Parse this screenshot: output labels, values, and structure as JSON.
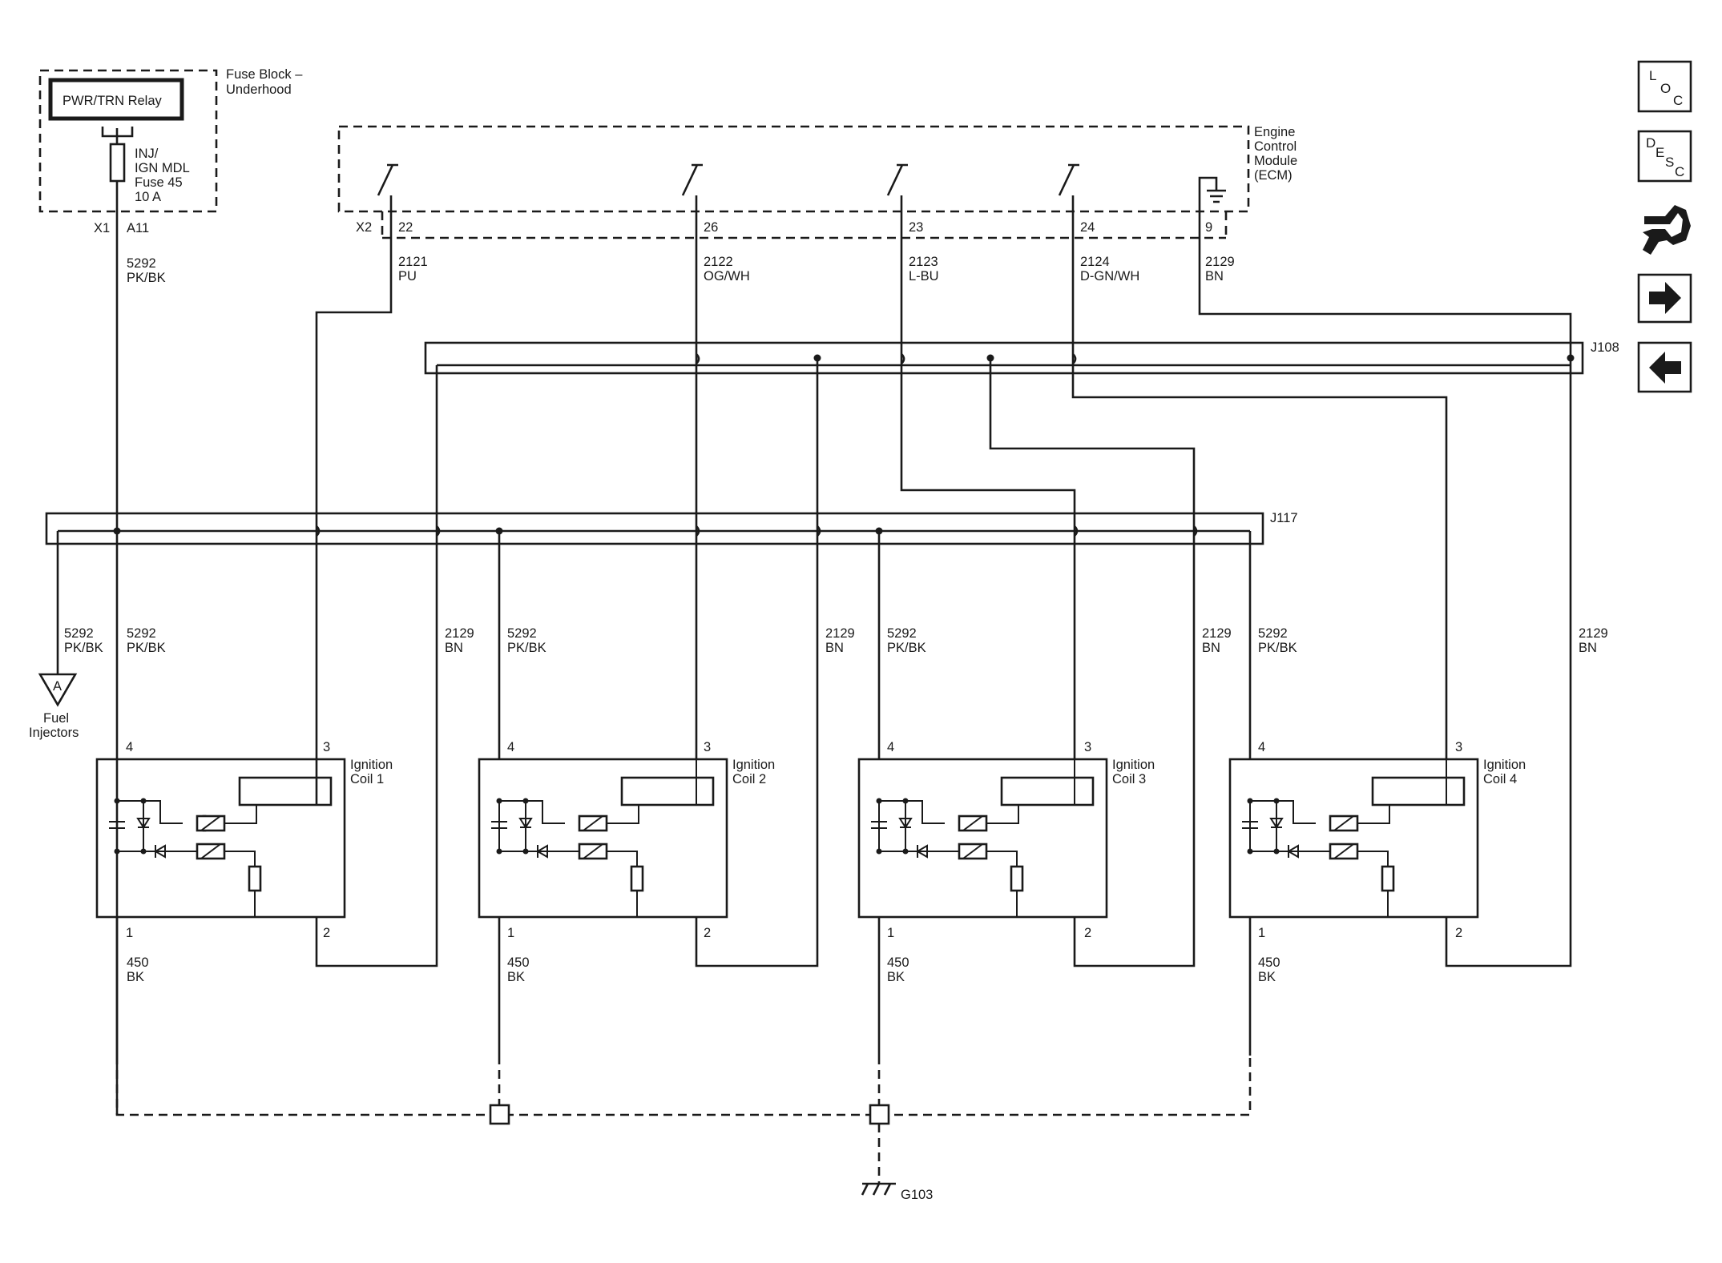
{
  "fuse_block": {
    "title_line1": "Fuse Block –",
    "title_line2": "Underhood",
    "relay": "PWR/TRN Relay",
    "fuse_line1": "INJ/",
    "fuse_line2": "IGN MDL",
    "fuse_line3": "Fuse 45",
    "fuse_line4": "10 A",
    "connector": "X1",
    "pin": "A11"
  },
  "ecm": {
    "title_line1": "Engine",
    "title_line2": "Control",
    "title_line3": "Module",
    "title_line4": "(ECM)",
    "connector": "X2",
    "pins": [
      {
        "pin": "22",
        "circuit": "2121",
        "color": "PU"
      },
      {
        "pin": "26",
        "circuit": "2122",
        "color": "OG/WH"
      },
      {
        "pin": "23",
        "circuit": "2123",
        "color": "L-BU"
      },
      {
        "pin": "24",
        "circuit": "2124",
        "color": "D-GN/WH"
      },
      {
        "pin": "9",
        "circuit": "2129",
        "color": "BN"
      }
    ]
  },
  "feed_wire": {
    "circuit": "5292",
    "color": "PK/BK"
  },
  "splices": {
    "upper": "J108",
    "lower": "J117"
  },
  "fuel_injectors": {
    "symbol": "A",
    "label_line1": "Fuel",
    "label_line2": "Injectors",
    "circuit": "5292",
    "color": "PK/BK"
  },
  "coil_wires": [
    {
      "power_circuit": "5292",
      "power_color": "PK/BK",
      "ground_circuit": "2129",
      "ground_color": "BN"
    },
    {
      "power_circuit": "5292",
      "power_color": "PK/BK",
      "ground_circuit": "2129",
      "ground_color": "BN"
    },
    {
      "power_circuit": "5292",
      "power_color": "PK/BK",
      "ground_circuit": "2129",
      "ground_color": "BN"
    },
    {
      "power_circuit": "5292",
      "power_color": "PK/BK",
      "ground_circuit": "2129",
      "ground_color": "BN"
    }
  ],
  "coils": [
    {
      "name_line1": "Ignition",
      "name_line2": "Coil 1",
      "pins": [
        "4",
        "3",
        "1",
        "2"
      ],
      "ground_circuit": "450",
      "ground_color": "BK"
    },
    {
      "name_line1": "Ignition",
      "name_line2": "Coil 2",
      "pins": [
        "4",
        "3",
        "1",
        "2"
      ],
      "ground_circuit": "450",
      "ground_color": "BK"
    },
    {
      "name_line1": "Ignition",
      "name_line2": "Coil 3",
      "pins": [
        "4",
        "3",
        "1",
        "2"
      ],
      "ground_circuit": "450",
      "ground_color": "BK"
    },
    {
      "name_line1": "Ignition",
      "name_line2": "Coil 4",
      "pins": [
        "4",
        "3",
        "1",
        "2"
      ],
      "ground_circuit": "450",
      "ground_color": "BK"
    }
  ],
  "ground": {
    "label": "G103"
  },
  "nav": {
    "loc": [
      "L",
      "O",
      "C"
    ],
    "desc": [
      "D",
      "E",
      "S",
      "C"
    ],
    "icons": [
      "wiring-harness-icon",
      "arrow-right-icon",
      "arrow-left-icon"
    ]
  }
}
